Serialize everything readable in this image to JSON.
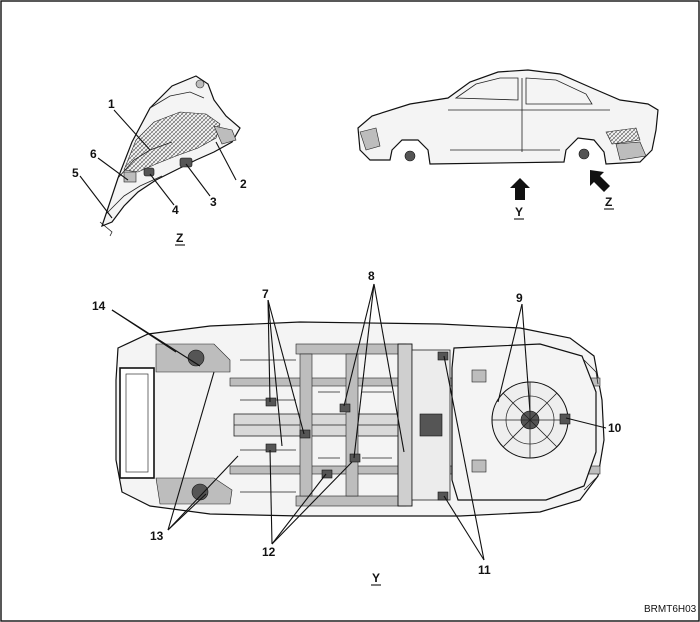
{
  "figure_code": "BRMT6H03",
  "view_labels": {
    "y_top": "Y",
    "z_top": "Z",
    "z_detail": "Z",
    "y_bottom": "Y"
  },
  "callouts": [
    "1",
    "2",
    "3",
    "4",
    "5",
    "6",
    "7",
    "8",
    "9",
    "10",
    "11",
    "12",
    "13",
    "14"
  ]
}
